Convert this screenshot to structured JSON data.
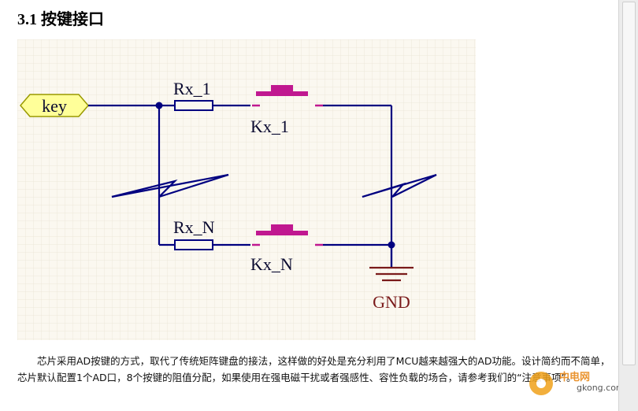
{
  "section": {
    "title": "3.1 按键接口"
  },
  "schematic": {
    "port_label": "key",
    "resistor_1": "Rx_1",
    "resistor_n": "Rx_N",
    "switch_1": "Kx_1",
    "switch_n": "Kx_N",
    "ground_label": "GND",
    "colors": {
      "background": "#fbf8f0",
      "grid": "#ece7da",
      "wire": "#000080",
      "switch": "#c01890",
      "label": "#0a0a30",
      "ground": "#7a1a1a",
      "port_fill": "#ffff99",
      "port_stroke": "#999900"
    }
  },
  "paragraph": {
    "text": "芯片采用AD按键的方式，取代了传统矩阵键盘的接法，这样做的好处是充分利用了MCU越来越强大的AD功能。设计简约而不简单，芯片默认配置1个AD口，8个按键的阻值分配，如果使用在强电磁干扰或者强感性、容性负载的场合，请参考我们的“注意事项”。"
  },
  "watermark": {
    "site_name": "中电网",
    "url": "gkong.com"
  }
}
